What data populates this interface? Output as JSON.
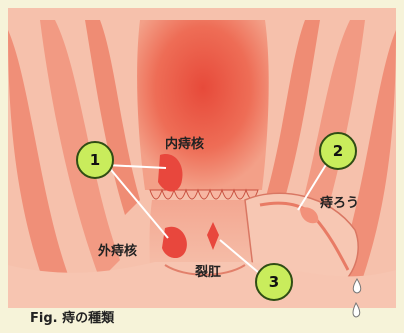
{
  "labels": {
    "internal_hemorrhoid": "内痔核",
    "external_hemorrhoid": "外痔核",
    "anal_fistula": "痔ろう",
    "anal_fissure": "裂肛"
  },
  "markers": [
    "1",
    "2",
    "3"
  ],
  "caption": "Fig. 痔の種類",
  "colors": {
    "background": "#f6f3d9",
    "tissue_light": "#f6b8a2",
    "tissue_mid": "#f2967f",
    "tissue_dark": "#e8624f",
    "lesion": "#e8473d",
    "marker_fill": "#c9ec5c",
    "marker_border": "#2f4d14",
    "droplet": "#ffffff"
  }
}
